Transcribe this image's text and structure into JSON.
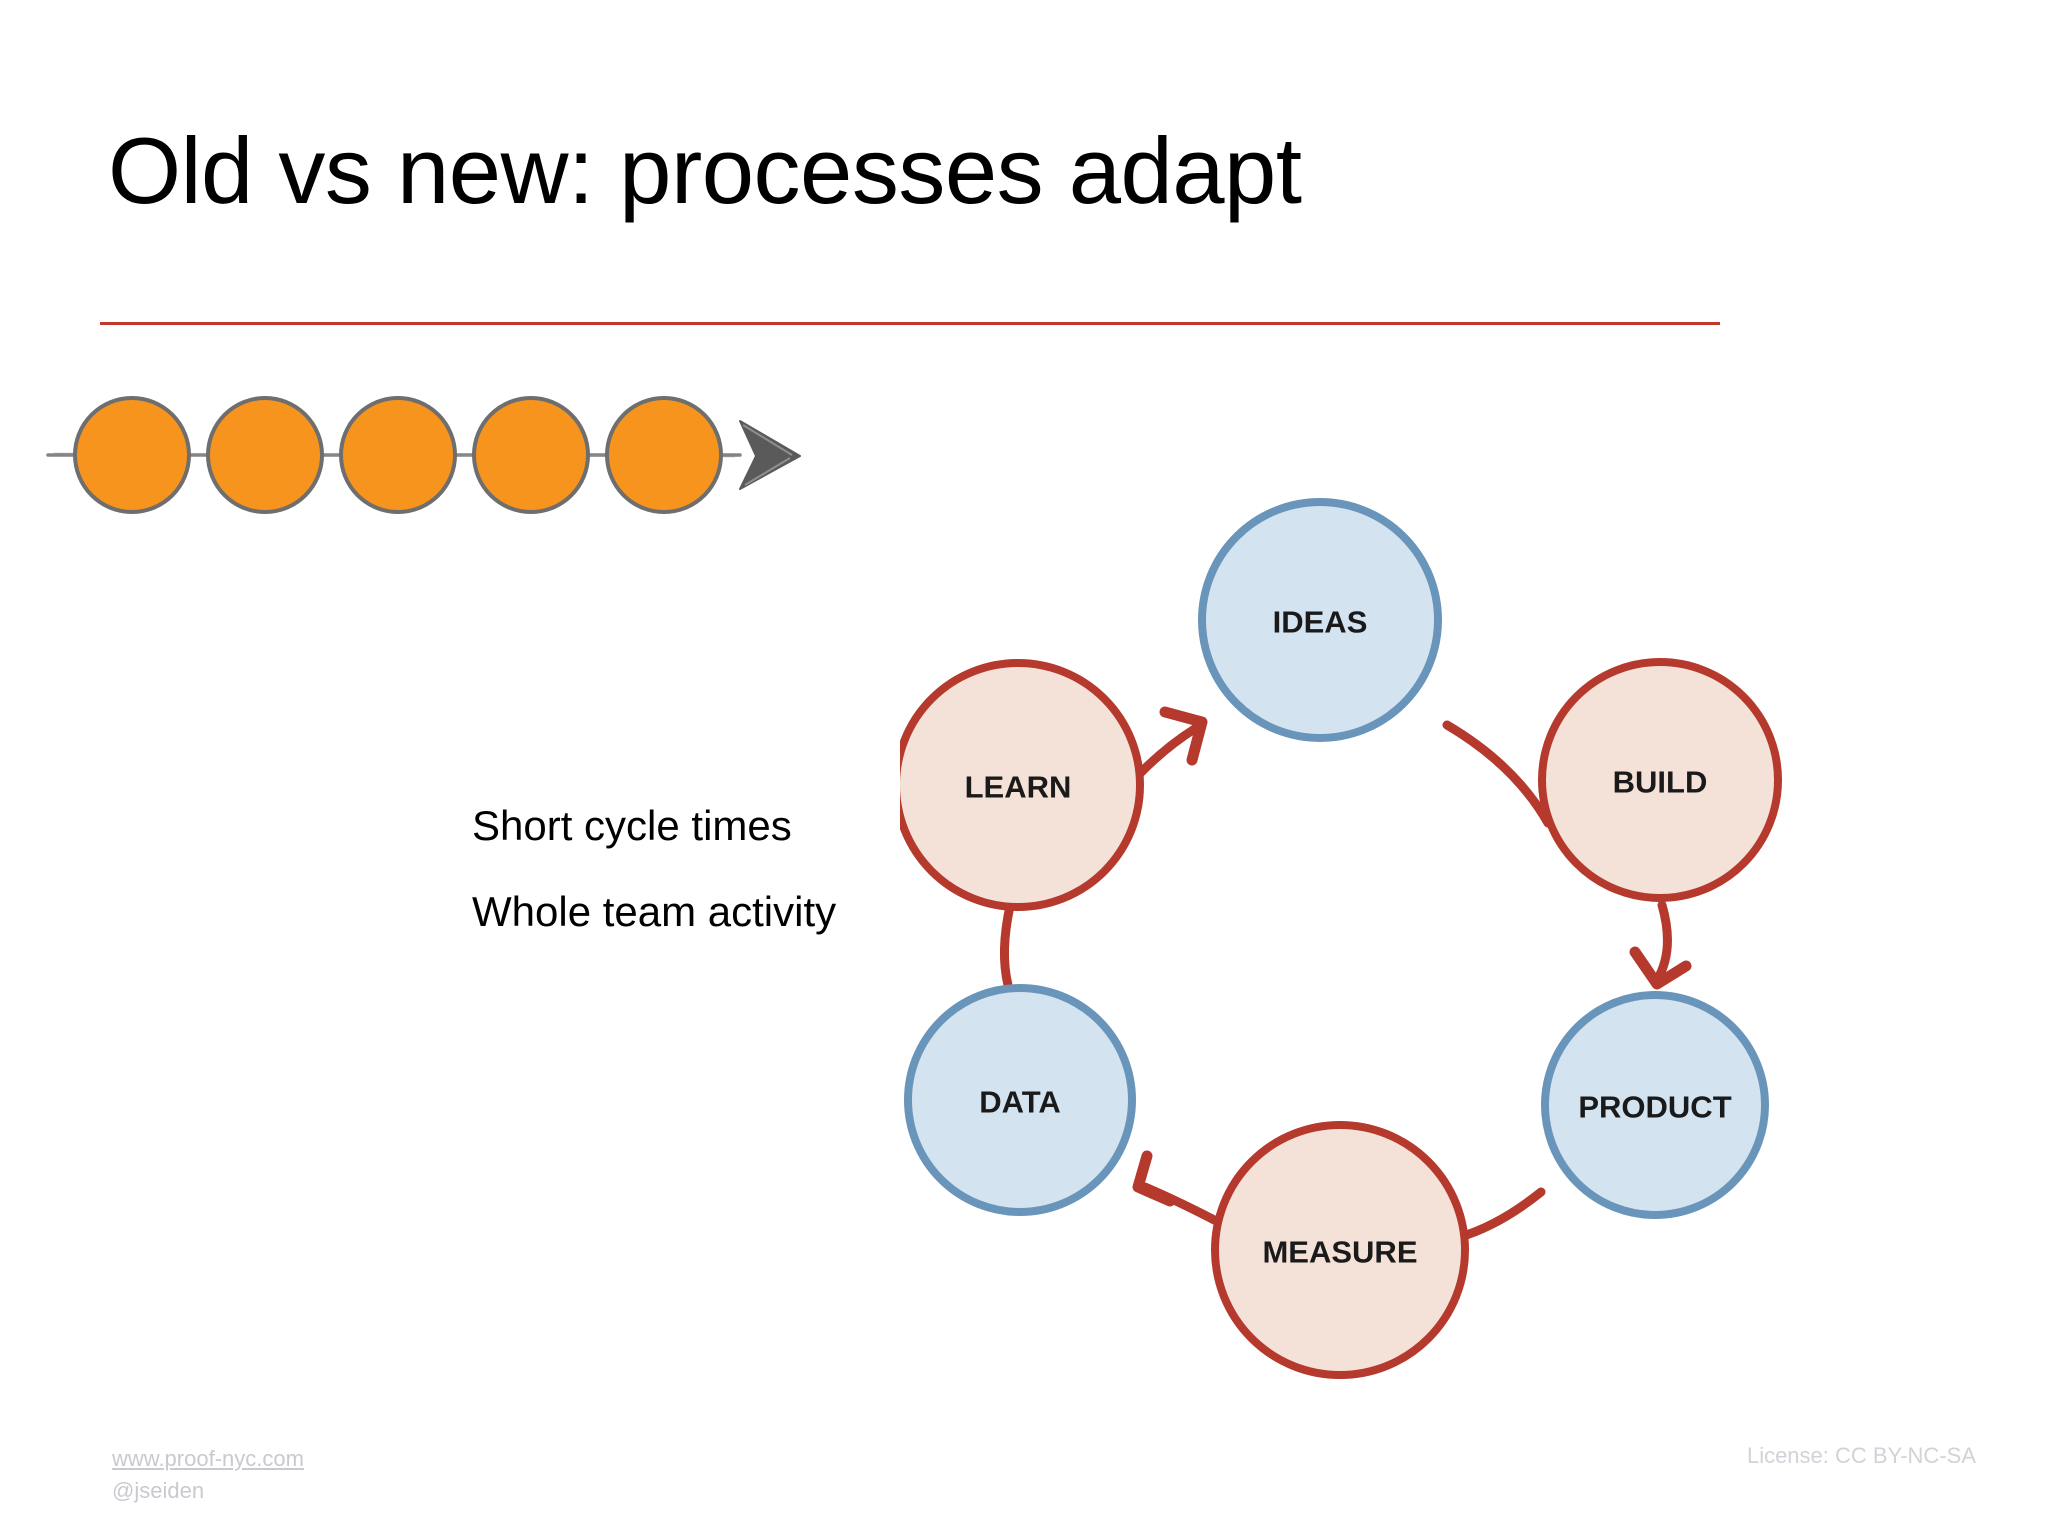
{
  "slide": {
    "title": "Old vs new: processes adapt",
    "background_color": "#ffffff",
    "divider_color": "#c0392b"
  },
  "old_process": {
    "name": "linear-waterfall-chain",
    "stage_count": 5,
    "fill_color": "#F7941D",
    "outline_color": "#6e6e6e",
    "arrow_color": "#5a5a5a"
  },
  "body": {
    "line1": "Short cycle times",
    "line2": "Whole team activity"
  },
  "cycle": {
    "name": "build-measure-learn-loop",
    "blue_fill": "#d4e3f0",
    "blue_stroke": "#6a95bb",
    "peach_fill": "#f4e2d8",
    "peach_stroke": "#b5392c",
    "arrow_color": "#b5392c",
    "nodes": [
      {
        "label": "IDEAS",
        "type": "blue"
      },
      {
        "label": "BUILD",
        "type": "peach"
      },
      {
        "label": "PRODUCT",
        "type": "blue"
      },
      {
        "label": "MEASURE",
        "type": "peach"
      },
      {
        "label": "DATA",
        "type": "blue"
      },
      {
        "label": "LEARN",
        "type": "peach"
      }
    ]
  },
  "footer": {
    "url": "www.proof-nyc.com",
    "handle": "@jseiden",
    "license": "License: CC BY-NC-SA"
  }
}
